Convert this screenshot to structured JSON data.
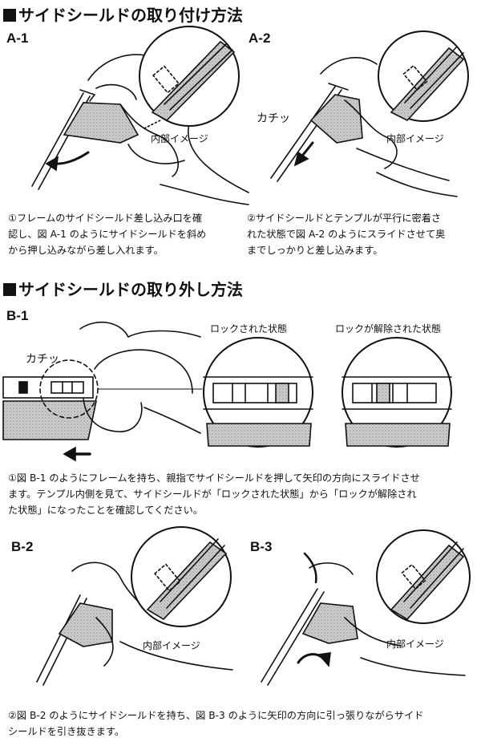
{
  "section_a": {
    "title": "サイドシールドの取り付け方法",
    "fig_a1": "A-1",
    "fig_a2": "A-2",
    "label_inner_a1": "内部イメージ",
    "label_inner_a2": "内部イメージ",
    "label_click_a2": "カチッ",
    "caption_a1": [
      "①フレームのサイドシールド差し込み口を確",
      "認し、図 A-1 のようにサイドシールドを斜め",
      "から押し込みながら差し入れます。"
    ],
    "caption_a2": [
      "②サイドシールドとテンプルが平行に密着さ",
      "れた状態で図 A-2 のようにスライドさせて奥",
      "までしっかりと差し込みます。"
    ]
  },
  "section_b": {
    "title": "サイドシールドの取り外し方法",
    "fig_b1": "B-1",
    "fig_b2": "B-2",
    "fig_b3": "B-3",
    "label_click_b1": "カチッ",
    "label_locked": "ロックされた状態",
    "label_unlocked": "ロックが解除された状態",
    "label_inner_b2": "内部イメージ",
    "label_inner_b3": "内部イメージ",
    "caption_b1": [
      "①図 B-1 のようにフレームを持ち、親指でサイドシールドを押して矢印の方向にスライドさせ",
      "ます。テンプル内側を見て、サイドシールドが「ロックされた状態」から「ロックが解除され",
      "た状態」になったことを確認してください。"
    ],
    "caption_b2": [
      "②図 B-2 のようにサイドシールドを持ち、図 B-3 のように矢印の方向に引っ張りながらサイド",
      "シールドを引き抜きます。"
    ]
  }
}
